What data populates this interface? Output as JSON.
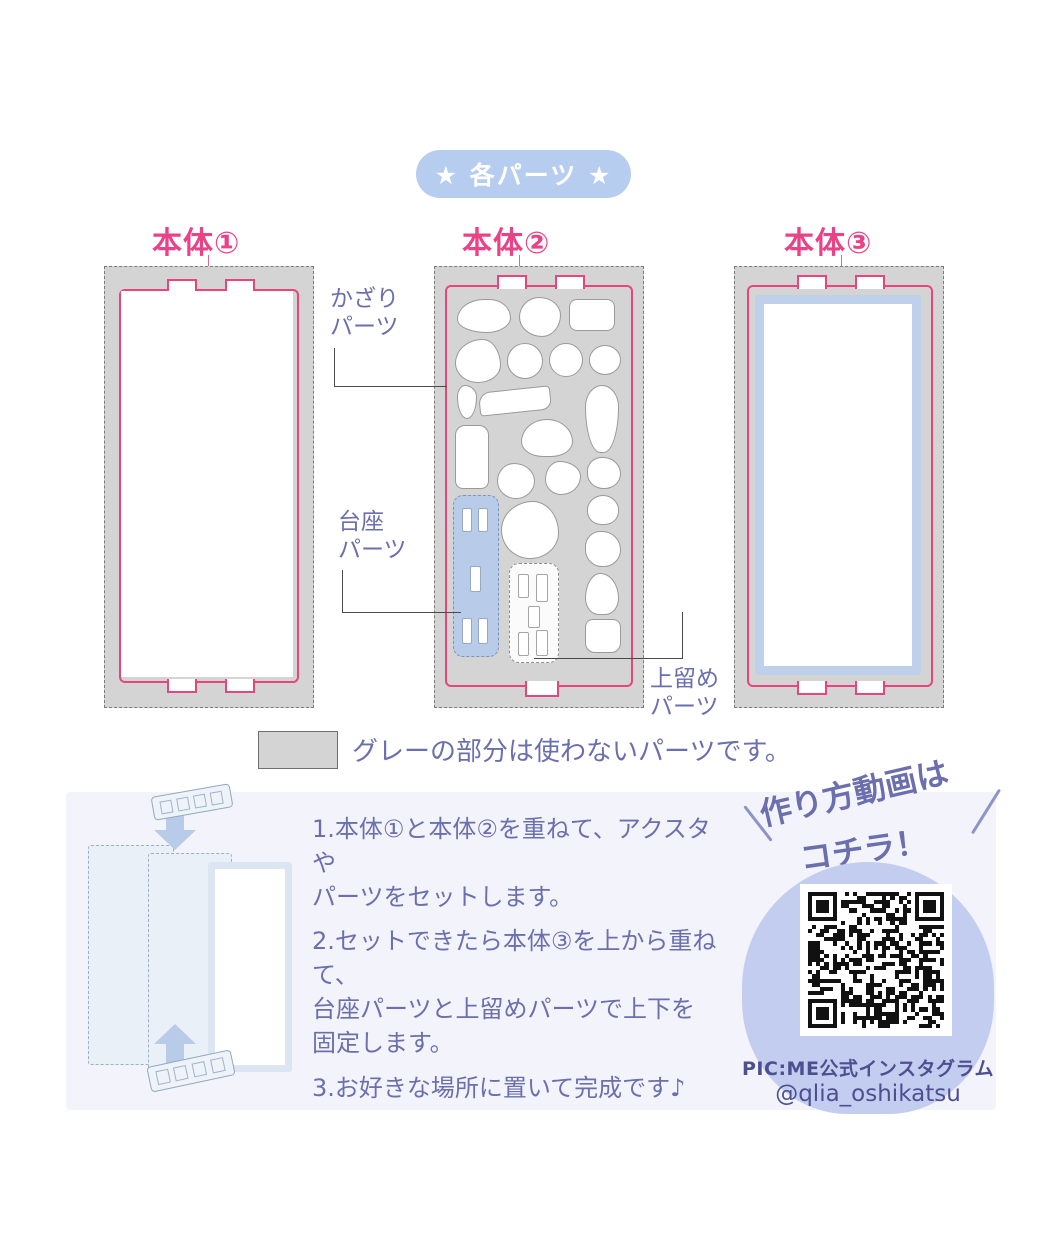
{
  "header": {
    "badge_label": "★ 各パーツ ★"
  },
  "panels": [
    {
      "title": "本体①"
    },
    {
      "title": "本体②"
    },
    {
      "title": "本体③"
    }
  ],
  "annotations": {
    "decor_parts": "かざり\nパーツ",
    "base_parts": "台座\nパーツ",
    "top_clip_parts": "上留め\nパーツ"
  },
  "legend": {
    "note": "グレーの部分は使わないパーツです。",
    "swatch_color": "#d4d4d4"
  },
  "steps": [
    "1.本体①と本体②を重ねて、アクスタや\n   パーツをセットします。",
    "2.セットできたら本体③を上から重ねて、\n   台座パーツと上留めパーツで上下を\n   固定します。",
    "3.お好きな場所に置いて完成です♪"
  ],
  "promo": {
    "headline_line1": "作り方動画は",
    "headline_line2": "コチラ！",
    "qr_caption_line1": "PIC:ME公式インスタグラム",
    "qr_caption_line2": "@qlia_oshikatsu"
  },
  "colors": {
    "accent_pink": "#ea4287",
    "badge_blue": "#b7cdf0",
    "text_purple": "#6b6fae",
    "sheet_gray": "#d4d4d4",
    "part_blue": "#b8cbe8",
    "qr_blob": "#c3cdf0"
  }
}
